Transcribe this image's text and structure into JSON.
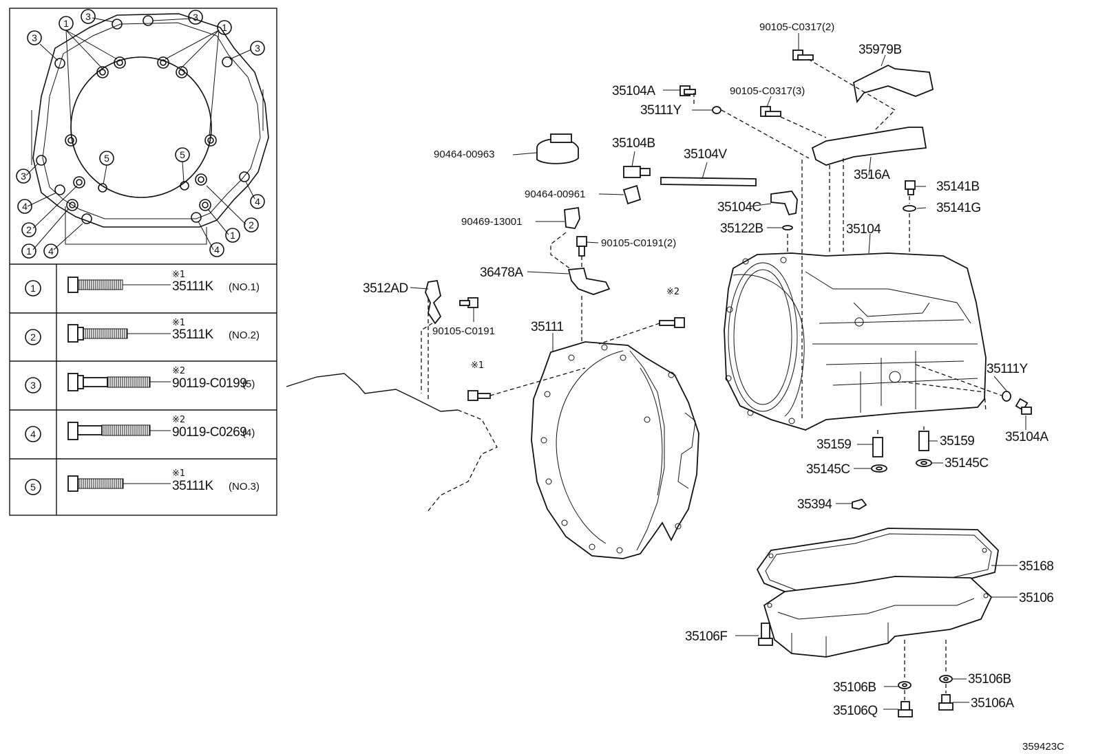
{
  "figure_code": "359423C",
  "inset": {
    "callout_numbers": [
      "1",
      "2",
      "3",
      "4",
      "5"
    ],
    "table_rows": [
      {
        "index": "1",
        "note": "※1",
        "part": "35111K",
        "spec": "(NO.1)"
      },
      {
        "index": "2",
        "note": "※1",
        "part": "35111K",
        "spec": "(NO.2)"
      },
      {
        "index": "3",
        "note": "※2",
        "part": "90119-C0199",
        "spec": "(5)"
      },
      {
        "index": "4",
        "note": "※2",
        "part": "90119-C0269",
        "spec": "(4)"
      },
      {
        "index": "5",
        "note": "※1",
        "part": "35111K",
        "spec": "(NO.3)"
      }
    ]
  },
  "markers": {
    "note1": "※1",
    "note2": "※2"
  },
  "labels": {
    "p90105_C0317_2": "90105-C0317(2)",
    "p35979B": "35979B",
    "p35104A_top": "35104A",
    "p90105_C0317_3": "90105-C0317(3)",
    "p35111Y_top": "35111Y",
    "p90464_00963": "90464-00963",
    "p35104B": "35104B",
    "p35104V": "35104V",
    "p3516A": "3516A",
    "p35141B": "35141B",
    "p90464_00961": "90464-00961",
    "p35104C": "35104C",
    "p35141G": "35141G",
    "p90469_13001": "90469-13001",
    "p35122B": "35122B",
    "p35104": "35104",
    "p90105_C0191_2": "90105-C0191(2)",
    "p36478A": "36478A",
    "p3512AD": "3512AD",
    "p90105_C0191": "90105-C0191",
    "p35111": "35111",
    "p35111Y_right": "35111Y",
    "p35104A_right": "35104A",
    "p35159_left": "35159",
    "p35159_right": "35159",
    "p35145C_left": "35145C",
    "p35145C_right": "35145C",
    "p35394": "35394",
    "p35168": "35168",
    "p35106": "35106",
    "p35106F": "35106F",
    "p35106B_left": "35106B",
    "p35106B_right": "35106B",
    "p35106Q": "35106Q",
    "p35106A": "35106A"
  }
}
